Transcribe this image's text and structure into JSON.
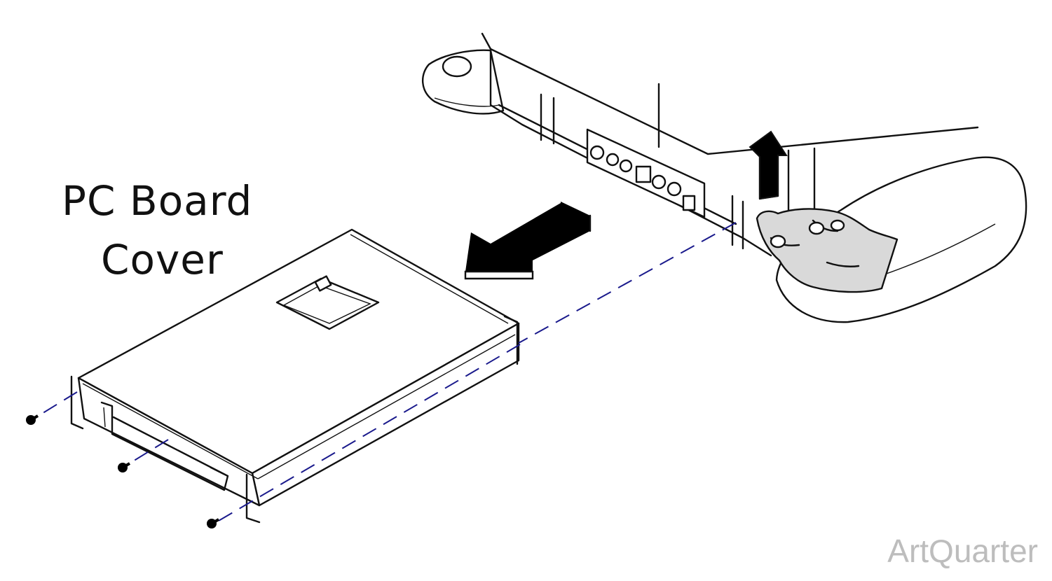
{
  "label": {
    "line1": "PC Board",
    "line2": "Cover"
  },
  "watermark": "ArtQuarter",
  "colors": {
    "line": "#111111",
    "guide_dashed": "#1a1a8c",
    "hand_fill": "#d9d9d9",
    "arrow_fill": "#000000",
    "watermark": "#bdbdbd"
  },
  "icons": [
    "left-arrow-icon",
    "up-arrow-icon",
    "screw-icon",
    "hand-icon"
  ]
}
